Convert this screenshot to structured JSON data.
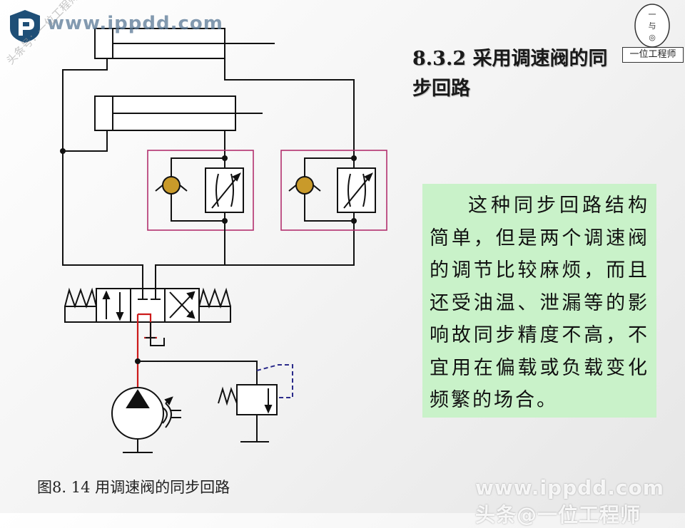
{
  "watermark": {
    "url": "www.ippdd.com",
    "side": "头条号：一位工程师",
    "bottom": "www.ippdd.com 头条@一位工程师"
  },
  "title": "8.3.2  采用调速阀的同步回路",
  "seal": {
    "label": "一位工程师",
    "glyphs": [
      "一",
      "与",
      "◎"
    ]
  },
  "note": "这种同步回路结构简单，但是两个调速阀的调节比较麻烦，而且还受油温、泄漏等的影响故同步精度不高，不宜用在偏载或负载变化频繁的场合。",
  "caption": "图8. 14    用调速阀的同步回路",
  "colors": {
    "line": "#111111",
    "magenta": "#b2306e",
    "red": "#cc1a1a",
    "ball": "#c99a2a",
    "box": "#c9f2c9"
  }
}
